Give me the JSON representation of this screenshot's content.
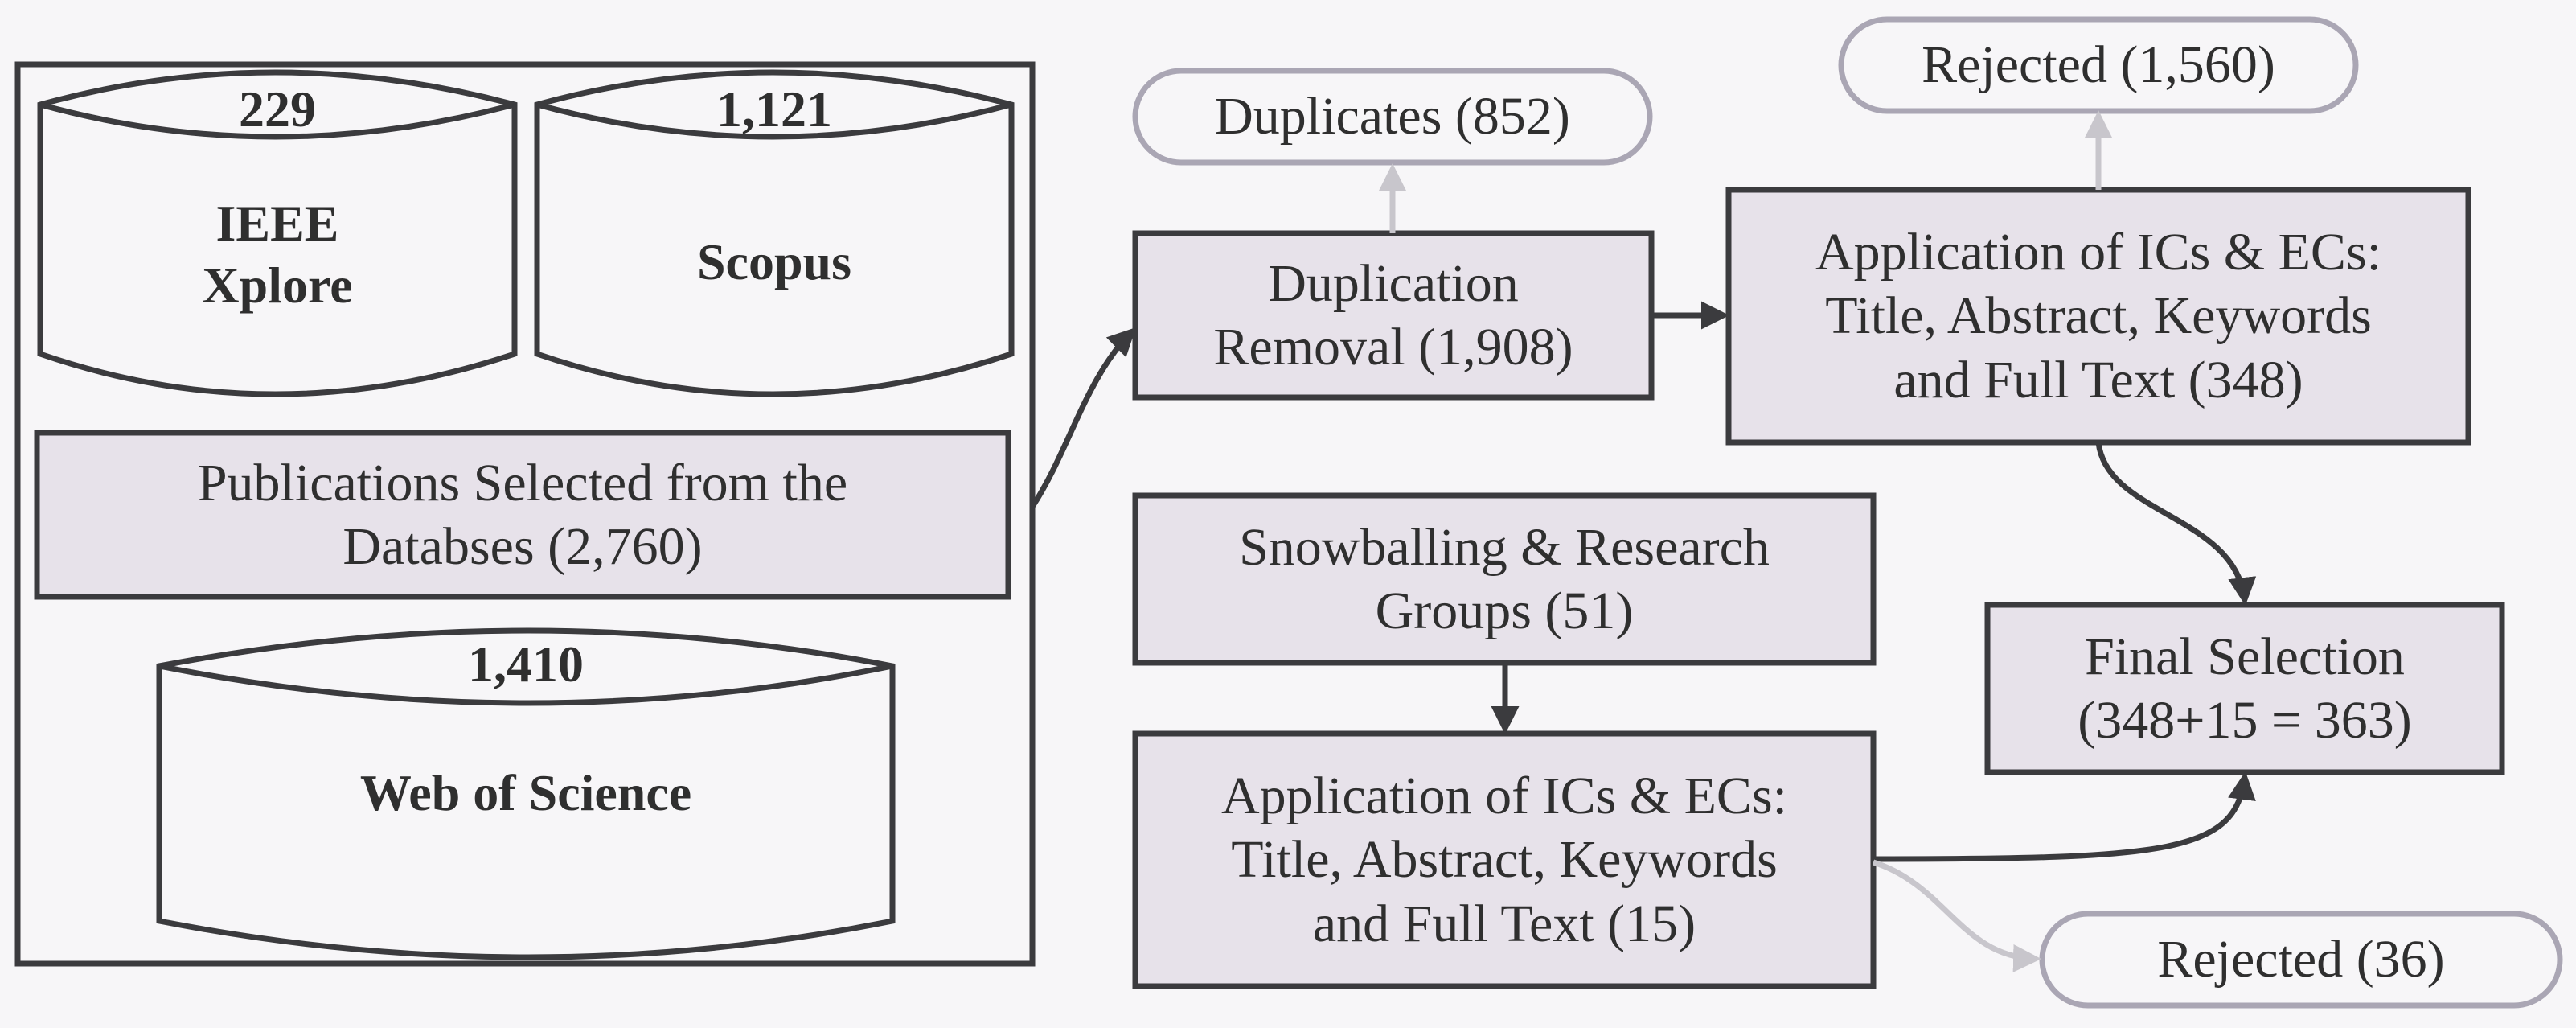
{
  "databases": {
    "ieee": {
      "count": "229",
      "name_line1": "IEEE",
      "name_line2": "Xplore"
    },
    "scopus": {
      "count": "1,121",
      "name": "Scopus"
    },
    "wos": {
      "count": "1,410",
      "name": "Web of Science"
    }
  },
  "publications_selected": {
    "line1": "Publications Selected from the",
    "line2": "Databses (2,760)"
  },
  "duplication_removal": {
    "line1": "Duplication",
    "line2": "Removal (1,908)"
  },
  "duplicates": "Duplicates (852)",
  "application_main": {
    "line1": "Application of ICs & ECs:",
    "line2": "Title, Abstract, Keywords",
    "line3": "and Full Text (348)"
  },
  "rejected_main": "Rejected (1,560)",
  "snowballing": {
    "line1": "Snowballing & Research",
    "line2": "Groups (51)"
  },
  "application_snowball": {
    "line1": "Application of ICs & ECs:",
    "line2": "Title, Abstract, Keywords",
    "line3": "and Full Text (15)"
  },
  "rejected_snowball": "Rejected (36)",
  "final_selection": {
    "line1": "Final Selection",
    "line2": "(348+15 = 363)"
  },
  "colors": {
    "box_fill": "#e7e2ea",
    "stroke": "#3b3b3e",
    "pill_stroke": "#aaa6b4",
    "faint_arrow": "#c8c6cc",
    "background": "#f7f6f8"
  }
}
